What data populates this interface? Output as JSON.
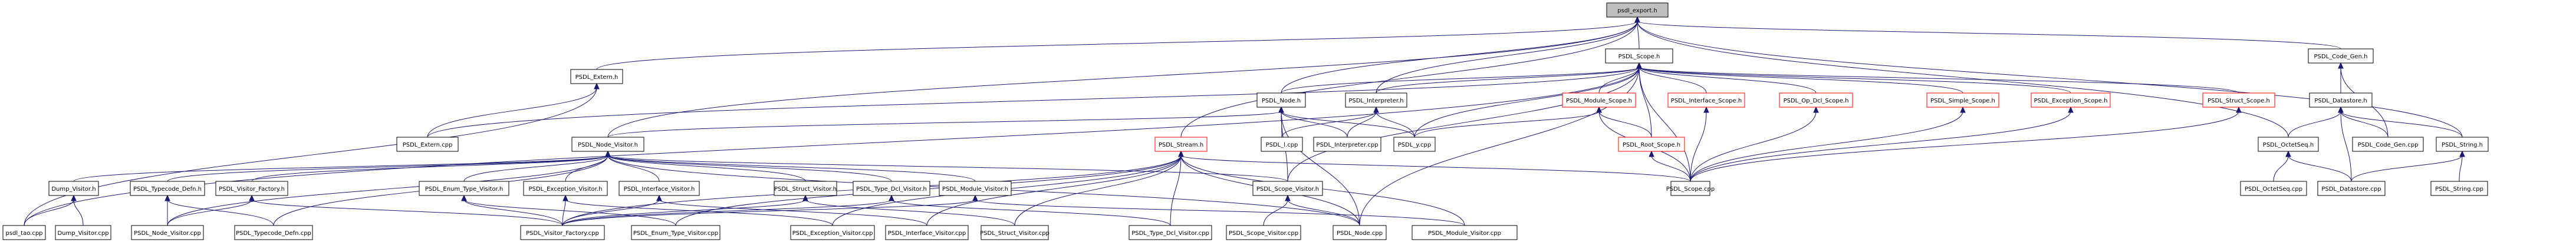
{
  "diagram": {
    "title": "psdl_export.h include dependency graph",
    "edge_color": "#191970",
    "root_fill": "#bfbfbf",
    "highlight_border": "#ff0000",
    "nodes": [
      {
        "id": "psdl_export_h",
        "label": "psdl_export.h",
        "style": "root"
      },
      {
        "id": "PSDL_Scope_h",
        "label": "PSDL_Scope.h",
        "style": "normal"
      },
      {
        "id": "PSDL_Code_Gen_h",
        "label": "PSDL_Code_Gen.h",
        "style": "normal"
      },
      {
        "id": "PSDL_Extern_h",
        "label": "PSDL_Extern.h",
        "style": "normal"
      },
      {
        "id": "PSDL_Node_h",
        "label": "PSDL_Node.h",
        "style": "normal"
      },
      {
        "id": "PSDL_Interpreter_h",
        "label": "PSDL_Interpreter.h",
        "style": "normal"
      },
      {
        "id": "PSDL_Module_Scope_h",
        "label": "PSDL_Module_Scope.h",
        "style": "red"
      },
      {
        "id": "PSDL_Interface_Scope_h",
        "label": "PSDL_Interface_Scope.h",
        "style": "red"
      },
      {
        "id": "PSDL_Op_Dcl_Scope_h",
        "label": "PSDL_Op_Dcl_Scope.h",
        "style": "red"
      },
      {
        "id": "PSDL_Simple_Scope_h",
        "label": "PSDL_Simple_Scope.h",
        "style": "red"
      },
      {
        "id": "PSDL_Exception_Scope_h",
        "label": "PSDL_Exception_Scope.h",
        "style": "red"
      },
      {
        "id": "PSDL_Struct_Scope_h",
        "label": "PSDL_Struct_Scope.h",
        "style": "red"
      },
      {
        "id": "PSDL_Datastore_h",
        "label": "PSDL_Datastore.h",
        "style": "normal"
      },
      {
        "id": "PSDL_Extern_cpp",
        "label": "PSDL_Extern.cpp",
        "style": "normal"
      },
      {
        "id": "PSDL_Node_Visitor_h",
        "label": "PSDL_Node_Visitor.h",
        "style": "normal"
      },
      {
        "id": "PSDL_Stream_h",
        "label": "PSDL_Stream.h",
        "style": "red"
      },
      {
        "id": "PSDL_l_cpp",
        "label": "PSDL_l.cpp",
        "style": "normal"
      },
      {
        "id": "PSDL_Interpreter_cpp",
        "label": "PSDL_Interpreter.cpp",
        "style": "normal"
      },
      {
        "id": "PSDL_y_cpp",
        "label": "PSDL_y.cpp",
        "style": "normal"
      },
      {
        "id": "PSDL_Root_Scope_h",
        "label": "PSDL_Root_Scope.h",
        "style": "red"
      },
      {
        "id": "PSDL_OctetSeq_h",
        "label": "PSDL_OctetSeq.h",
        "style": "normal"
      },
      {
        "id": "PSDL_Code_Gen_cpp",
        "label": "PSDL_Code_Gen.cpp",
        "style": "normal"
      },
      {
        "id": "PSDL_String_h",
        "label": "PSDL_String.h",
        "style": "normal"
      },
      {
        "id": "Dump_Visitor_h",
        "label": "Dump_Visitor.h",
        "style": "normal"
      },
      {
        "id": "PSDL_Typecode_Defn_h",
        "label": "PSDL_Typecode_Defn.h",
        "style": "normal"
      },
      {
        "id": "PSDL_Visitor_Factory_h",
        "label": "PSDL_Visitor_Factory.h",
        "style": "normal"
      },
      {
        "id": "PSDL_Enum_Type_Visitor_h",
        "label": "PSDL_Enum_Type_Visitor.h",
        "style": "normal"
      },
      {
        "id": "PSDL_Exception_Visitor_h",
        "label": "PSDL_Exception_Visitor.h",
        "style": "normal"
      },
      {
        "id": "PSDL_Interface_Visitor_h",
        "label": "PSDL_Interface_Visitor.h",
        "style": "normal"
      },
      {
        "id": "PSDL_Struct_Visitor_h",
        "label": "PSDL_Struct_Visitor.h",
        "style": "normal"
      },
      {
        "id": "PSDL_Type_Dcl_Visitor_h",
        "label": "PSDL_Type_Dcl_Visitor.h",
        "style": "normal"
      },
      {
        "id": "PSDL_Module_Visitor_h",
        "label": "PSDL_Module_Visitor.h",
        "style": "normal"
      },
      {
        "id": "PSDL_Scope_Visitor_h",
        "label": "PSDL_Scope_Visitor.h",
        "style": "normal"
      },
      {
        "id": "PSDL_Scope_cpp",
        "label": "PSDL_Scope.cpp",
        "style": "normal"
      },
      {
        "id": "PSDL_OctetSeq_cpp",
        "label": "PSDL_OctetSeq.cpp",
        "style": "normal"
      },
      {
        "id": "PSDL_Datastore_cpp",
        "label": "PSDL_Datastore.cpp",
        "style": "normal"
      },
      {
        "id": "PSDL_String_cpp",
        "label": "PSDL_String.cpp",
        "style": "normal"
      },
      {
        "id": "psdl_tao_cpp",
        "label": "psdl_tao.cpp",
        "style": "normal"
      },
      {
        "id": "Dump_Visitor_cpp",
        "label": "Dump_Visitor.cpp",
        "style": "normal"
      },
      {
        "id": "PSDL_Node_Visitor_cpp",
        "label": "PSDL_Node_Visitor.cpp",
        "style": "normal"
      },
      {
        "id": "PSDL_Typecode_Defn_cpp",
        "label": "PSDL_Typecode_Defn.cpp",
        "style": "normal"
      },
      {
        "id": "PSDL_Visitor_Factory_cpp",
        "label": "PSDL_Visitor_Factory.cpp",
        "style": "normal"
      },
      {
        "id": "PSDL_Enum_Type_Visitor_cpp",
        "label": "PSDL_Enum_Type_Visitor.cpp",
        "style": "normal"
      },
      {
        "id": "PSDL_Exception_Visitor_cpp",
        "label": "PSDL_Exception_Visitor.cpp",
        "style": "normal"
      },
      {
        "id": "PSDL_Interface_Visitor_cpp",
        "label": "PSDL_Interface_Visitor.cpp",
        "style": "normal"
      },
      {
        "id": "PSDL_Struct_Visitor_cpp",
        "label": "PSDL_Struct_Visitor.cpp",
        "style": "normal"
      },
      {
        "id": "PSDL_Type_Dcl_Visitor_cpp",
        "label": "PSDL_Type_Dcl_Visitor.cpp",
        "style": "normal"
      },
      {
        "id": "PSDL_Scope_Visitor_cpp",
        "label": "PSDL_Scope_Visitor.cpp",
        "style": "normal"
      },
      {
        "id": "PSDL_Node_cpp",
        "label": "PSDL_Node.cpp",
        "style": "normal"
      },
      {
        "id": "PSDL_Module_Visitor_cpp",
        "label": "PSDL_Module_Visitor.cpp",
        "style": "normal"
      }
    ],
    "edges": [
      [
        "PSDL_Scope_h",
        "psdl_export_h"
      ],
      [
        "PSDL_Code_Gen_h",
        "psdl_export_h"
      ],
      [
        "PSDL_Extern_h",
        "psdl_export_h"
      ],
      [
        "PSDL_Node_h",
        "psdl_export_h"
      ],
      [
        "PSDL_Interpreter_h",
        "psdl_export_h"
      ],
      [
        "PSDL_Node_Visitor_h",
        "psdl_export_h"
      ],
      [
        "PSDL_Stream_h",
        "psdl_export_h"
      ],
      [
        "PSDL_String_h",
        "psdl_export_h"
      ],
      [
        "PSDL_OctetSeq_h",
        "psdl_export_h"
      ],
      [
        "PSDL_Node_h",
        "PSDL_Scope_h"
      ],
      [
        "PSDL_Interpreter_h",
        "PSDL_Scope_h"
      ],
      [
        "PSDL_Module_Scope_h",
        "PSDL_Scope_h"
      ],
      [
        "PSDL_Interface_Scope_h",
        "PSDL_Scope_h"
      ],
      [
        "PSDL_Op_Dcl_Scope_h",
        "PSDL_Scope_h"
      ],
      [
        "PSDL_Simple_Scope_h",
        "PSDL_Scope_h"
      ],
      [
        "PSDL_Exception_Scope_h",
        "PSDL_Scope_h"
      ],
      [
        "PSDL_Struct_Scope_h",
        "PSDL_Scope_h"
      ],
      [
        "PSDL_Root_Scope_h",
        "PSDL_Scope_h"
      ],
      [
        "PSDL_Scope_cpp",
        "PSDL_Scope_h"
      ],
      [
        "PSDL_Node_cpp",
        "PSDL_Scope_h"
      ],
      [
        "PSDL_y_cpp",
        "PSDL_Scope_h"
      ],
      [
        "PSDL_Extern_cpp",
        "PSDL_Scope_h"
      ],
      [
        "psdl_tao_cpp",
        "PSDL_Scope_h"
      ],
      [
        "PSDL_Scope_Visitor_h",
        "PSDL_Scope_h"
      ],
      [
        "PSDL_Extern_cpp",
        "PSDL_Extern_h"
      ],
      [
        "psdl_tao_cpp",
        "PSDL_Extern_h"
      ],
      [
        "PSDL_Node_Visitor_h",
        "PSDL_Node_h"
      ],
      [
        "PSDL_l_cpp",
        "PSDL_Node_h"
      ],
      [
        "PSDL_Interpreter_cpp",
        "PSDL_Node_h"
      ],
      [
        "PSDL_y_cpp",
        "PSDL_Node_h"
      ],
      [
        "PSDL_Node_cpp",
        "PSDL_Node_h"
      ],
      [
        "PSDL_Scope_Visitor_h",
        "PSDL_Node_h"
      ],
      [
        "PSDL_l_cpp",
        "PSDL_Interpreter_h"
      ],
      [
        "PSDL_Interpreter_cpp",
        "PSDL_Interpreter_h"
      ],
      [
        "PSDL_y_cpp",
        "PSDL_Interpreter_h"
      ],
      [
        "PSDL_y_cpp",
        "PSDL_Module_Scope_h"
      ],
      [
        "PSDL_Root_Scope_h",
        "PSDL_Module_Scope_h"
      ],
      [
        "PSDL_Scope_cpp",
        "PSDL_Module_Scope_h"
      ],
      [
        "PSDL_Scope_cpp",
        "PSDL_Interface_Scope_h"
      ],
      [
        "PSDL_Scope_cpp",
        "PSDL_Op_Dcl_Scope_h"
      ],
      [
        "PSDL_Scope_cpp",
        "PSDL_Simple_Scope_h"
      ],
      [
        "PSDL_Scope_cpp",
        "PSDL_Exception_Scope_h"
      ],
      [
        "PSDL_Scope_cpp",
        "PSDL_Struct_Scope_h"
      ],
      [
        "PSDL_Scope_cpp",
        "PSDL_Root_Scope_h"
      ],
      [
        "PSDL_Datastore_h",
        "PSDL_Code_Gen_h"
      ],
      [
        "PSDL_Code_Gen_cpp",
        "PSDL_Code_Gen_h"
      ],
      [
        "PSDL_OctetSeq_h",
        "PSDL_Datastore_h"
      ],
      [
        "PSDL_Datastore_cpp",
        "PSDL_Datastore_h"
      ],
      [
        "PSDL_Code_Gen_cpp",
        "PSDL_Datastore_h"
      ],
      [
        "PSDL_String_h",
        "PSDL_Datastore_h"
      ],
      [
        "PSDL_OctetSeq_cpp",
        "PSDL_OctetSeq_h"
      ],
      [
        "PSDL_Datastore_cpp",
        "PSDL_OctetSeq_h"
      ],
      [
        "PSDL_Datastore_cpp",
        "PSDL_String_h"
      ],
      [
        "PSDL_String_cpp",
        "PSDL_String_h"
      ],
      [
        "Dump_Visitor_h",
        "PSDL_Node_Visitor_h"
      ],
      [
        "PSDL_Typecode_Defn_h",
        "PSDL_Node_Visitor_h"
      ],
      [
        "PSDL_Visitor_Factory_h",
        "PSDL_Node_Visitor_h"
      ],
      [
        "PSDL_Enum_Type_Visitor_h",
        "PSDL_Node_Visitor_h"
      ],
      [
        "PSDL_Exception_Visitor_h",
        "PSDL_Node_Visitor_h"
      ],
      [
        "PSDL_Interface_Visitor_h",
        "PSDL_Node_Visitor_h"
      ],
      [
        "PSDL_Struct_Visitor_h",
        "PSDL_Node_Visitor_h"
      ],
      [
        "PSDL_Type_Dcl_Visitor_h",
        "PSDL_Node_Visitor_h"
      ],
      [
        "PSDL_Module_Visitor_h",
        "PSDL_Node_Visitor_h"
      ],
      [
        "PSDL_Scope_Visitor_h",
        "PSDL_Node_Visitor_h"
      ],
      [
        "PSDL_Node_Visitor_cpp",
        "PSDL_Node_Visitor_h"
      ],
      [
        "PSDL_Node_cpp",
        "PSDL_Node_Visitor_h"
      ],
      [
        "PSDL_Typecode_Defn_cpp",
        "PSDL_Node_Visitor_h"
      ],
      [
        "psdl_tao_cpp",
        "Dump_Visitor_h"
      ],
      [
        "Dump_Visitor_cpp",
        "Dump_Visitor_h"
      ],
      [
        "PSDL_Node_Visitor_cpp",
        "PSDL_Typecode_Defn_h"
      ],
      [
        "PSDL_Typecode_Defn_cpp",
        "PSDL_Typecode_Defn_h"
      ],
      [
        "PSDL_Node_Visitor_cpp",
        "PSDL_Visitor_Factory_h"
      ],
      [
        "PSDL_Visitor_Factory_cpp",
        "PSDL_Visitor_Factory_h"
      ],
      [
        "PSDL_Visitor_Factory_cpp",
        "PSDL_Enum_Type_Visitor_h"
      ],
      [
        "PSDL_Enum_Type_Visitor_cpp",
        "PSDL_Enum_Type_Visitor_h"
      ],
      [
        "PSDL_Visitor_Factory_cpp",
        "PSDL_Exception_Visitor_h"
      ],
      [
        "PSDL_Exception_Visitor_cpp",
        "PSDL_Exception_Visitor_h"
      ],
      [
        "PSDL_Visitor_Factory_cpp",
        "PSDL_Interface_Visitor_h"
      ],
      [
        "PSDL_Interface_Visitor_cpp",
        "PSDL_Interface_Visitor_h"
      ],
      [
        "PSDL_Visitor_Factory_cpp",
        "PSDL_Struct_Visitor_h"
      ],
      [
        "PSDL_Struct_Visitor_cpp",
        "PSDL_Struct_Visitor_h"
      ],
      [
        "PSDL_Visitor_Factory_cpp",
        "PSDL_Type_Dcl_Visitor_h"
      ],
      [
        "PSDL_Type_Dcl_Visitor_cpp",
        "PSDL_Type_Dcl_Visitor_h"
      ],
      [
        "PSDL_Visitor_Factory_cpp",
        "PSDL_Module_Visitor_h"
      ],
      [
        "PSDL_Module_Visitor_cpp",
        "PSDL_Module_Visitor_h"
      ],
      [
        "PSDL_Scope_Visitor_cpp",
        "PSDL_Scope_Visitor_h"
      ],
      [
        "PSDL_Node_cpp",
        "PSDL_Scope_Visitor_h"
      ],
      [
        "PSDL_Visitor_Factory_cpp",
        "PSDL_Stream_h"
      ],
      [
        "PSDL_Enum_Type_Visitor_cpp",
        "PSDL_Stream_h"
      ],
      [
        "PSDL_Exception_Visitor_cpp",
        "PSDL_Stream_h"
      ],
      [
        "PSDL_Interface_Visitor_cpp",
        "PSDL_Stream_h"
      ],
      [
        "PSDL_Struct_Visitor_cpp",
        "PSDL_Stream_h"
      ],
      [
        "PSDL_Type_Dcl_Visitor_cpp",
        "PSDL_Stream_h"
      ],
      [
        "PSDL_Scope_cpp",
        "PSDL_Stream_h"
      ],
      [
        "PSDL_Node_cpp",
        "PSDL_Stream_h"
      ],
      [
        "PSDL_Module_Visitor_cpp",
        "PSDL_Stream_h"
      ]
    ]
  }
}
